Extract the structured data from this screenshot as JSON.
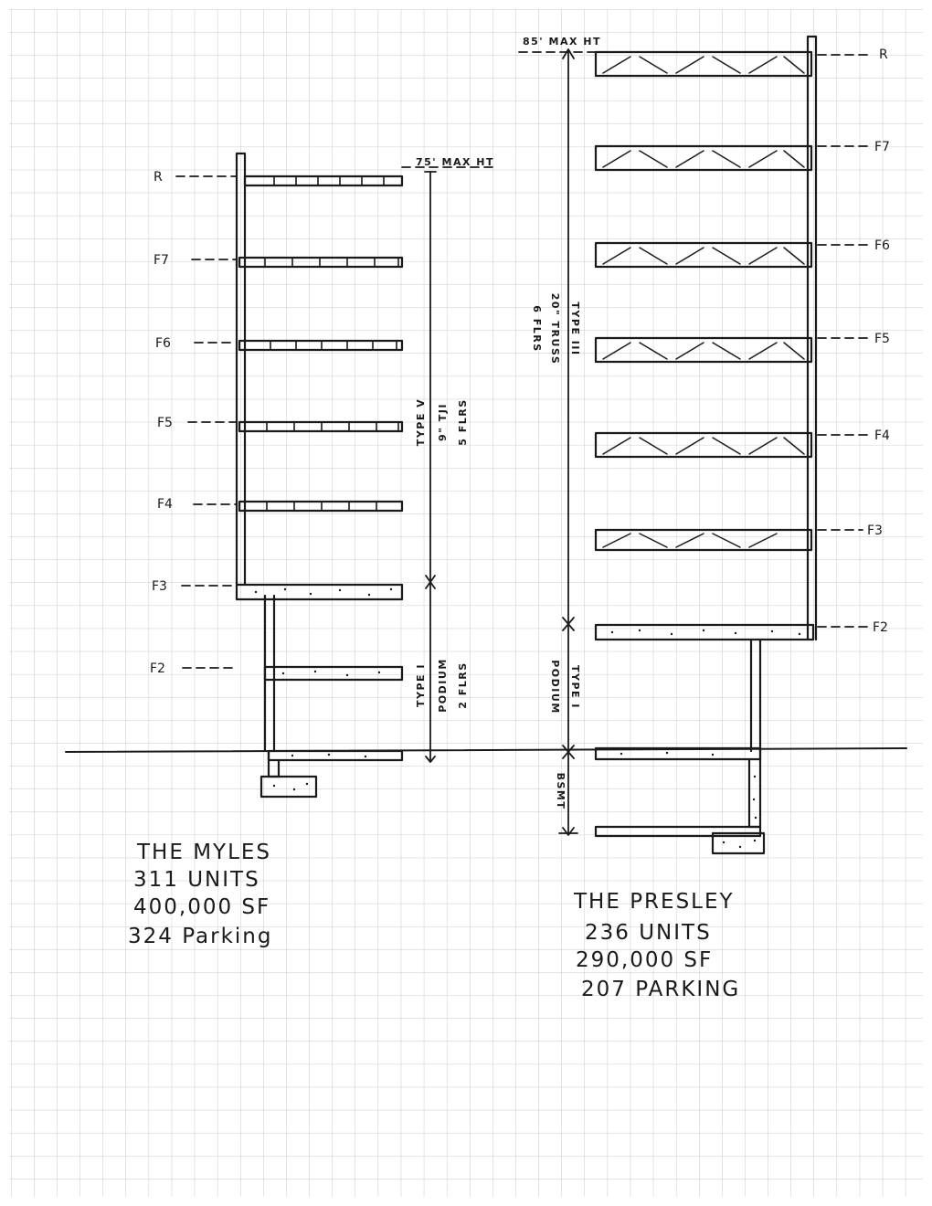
{
  "myles": {
    "levels": [
      "R",
      "F7",
      "F6",
      "F5",
      "F4",
      "F3",
      "F2"
    ],
    "max_height": "75' MAX HT",
    "upper_type": "TYPE V",
    "upper_joist": "9\" TJI",
    "upper_floors": "5 FLRS",
    "podium_type": "TYPE I",
    "podium_label": "PODIUM",
    "podium_floors": "2 FLRS",
    "name": "THE MYLES",
    "units": "311 UNITS",
    "area": "400,000 SF",
    "parking": "324 Parking"
  },
  "presley": {
    "levels": [
      "R",
      "F7",
      "F6",
      "F5",
      "F4",
      "F3",
      "F2"
    ],
    "max_height": "85' MAX HT",
    "upper_type": "TYPE III",
    "upper_truss": "20\" TRUSS",
    "upper_floors": "6 FLRS",
    "podium_type": "TYPE I",
    "podium_label": "PODIUM",
    "basement": "BSMT",
    "name": "THE PRESLEY",
    "units": "236 UNITS",
    "area": "290,000 SF",
    "parking": "207 PARKING"
  }
}
